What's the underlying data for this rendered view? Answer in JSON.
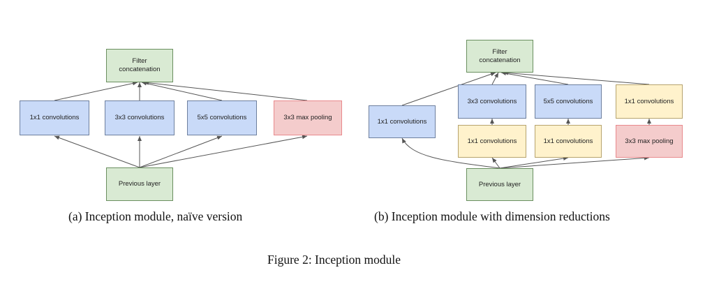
{
  "diagram_a": {
    "filter_concat": "Filter\nconcatenation",
    "conv1x1": "1x1 convolutions",
    "conv3x3": "3x3 convolutions",
    "conv5x5": "5x5 convolutions",
    "maxpool": "3x3 max pooling",
    "previous": "Previous layer",
    "caption": "(a)  Inception module, naïve version"
  },
  "diagram_b": {
    "filter_concat": "Filter\nconcatenation",
    "conv1x1_direct": "1x1 convolutions",
    "conv3x3": "3x3 convolutions",
    "conv5x5": "5x5 convolutions",
    "conv1x1_after_pool": "1x1 convolutions",
    "reduce_3x3": "1x1 convolutions",
    "reduce_5x5": "1x1 convolutions",
    "maxpool": "3x3 max pooling",
    "previous": "Previous layer",
    "caption": "(b)  Inception module with dimension reductions"
  },
  "figure_caption": "Figure 2: Inception module",
  "colors": {
    "green": "#d9ead3",
    "blue": "#c9daf8",
    "yellow": "#fff2cc",
    "red": "#f4cccc",
    "arrow": "#555555"
  }
}
